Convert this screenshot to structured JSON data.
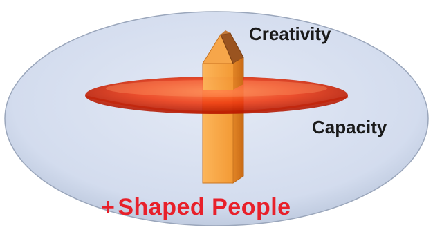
{
  "labels": {
    "top": "Creativity",
    "right": "Capacity",
    "title_symbol": "+",
    "title_text": "Shaped People"
  },
  "colors": {
    "background_ellipse": "#d6dff0",
    "background_ellipse_edge": "#8d9bb3",
    "disc_center": "#ff5a1e",
    "disc_edge": "#b41400",
    "prism_front": "#f9a13e",
    "prism_side": "#d9781c",
    "prism_roof": "#f4a044",
    "prism_roof_dark": "#8a4a1a",
    "title_color": "#e8202a",
    "label_color": "#1a1a1a"
  },
  "icons": [
    "vertical-prism-pillar",
    "horizontal-disc"
  ]
}
